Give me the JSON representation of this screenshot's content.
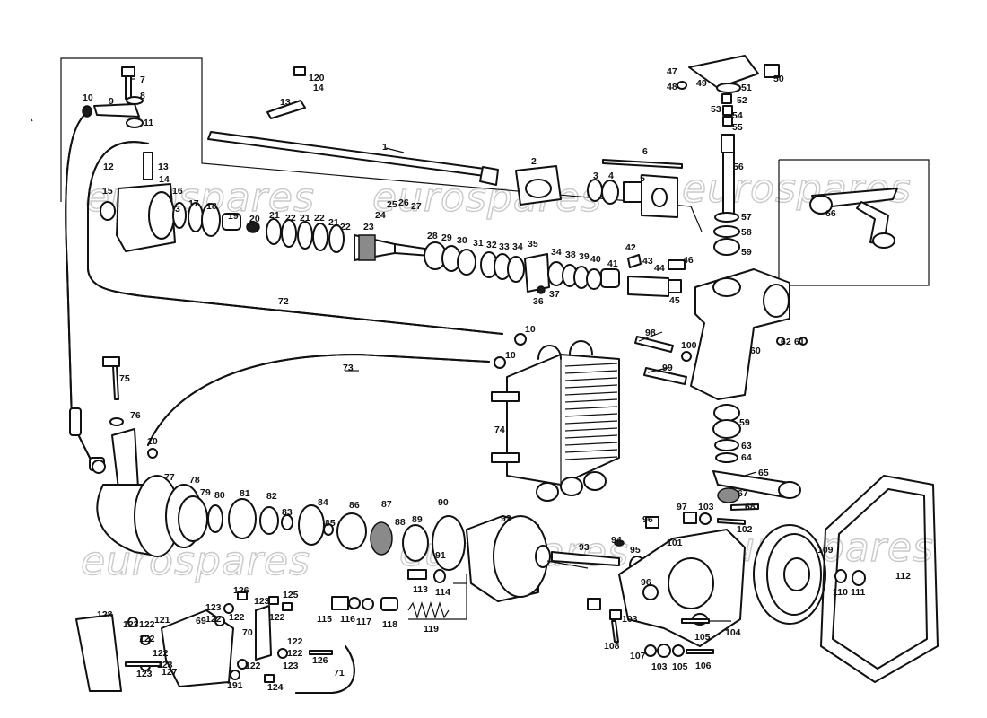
{
  "watermark": "eurospares",
  "labels": [
    "1",
    "2",
    "3",
    "4",
    "5",
    "6",
    "7",
    "8",
    "9",
    "10",
    "11",
    "12",
    "13",
    "14",
    "15",
    "16",
    "17",
    "18",
    "19",
    "20",
    "21",
    "22",
    "23",
    "24",
    "25",
    "26",
    "27",
    "28",
    "29",
    "30",
    "31",
    "32",
    "33",
    "34",
    "35",
    "36",
    "37",
    "38",
    "39",
    "40",
    "41",
    "42",
    "43",
    "44",
    "45",
    "46",
    "47",
    "48",
    "49",
    "50",
    "51",
    "52",
    "53",
    "54",
    "55",
    "56",
    "57",
    "58",
    "59",
    "60",
    "61",
    "62",
    "63",
    "64",
    "65",
    "66",
    "67",
    "68",
    "69",
    "70",
    "71",
    "72",
    "73",
    "74",
    "75",
    "76",
    "77",
    "78",
    "79",
    "80",
    "81",
    "82",
    "83",
    "84",
    "85",
    "86",
    "87",
    "88",
    "89",
    "90",
    "91",
    "92",
    "93",
    "94",
    "95",
    "96",
    "97",
    "98",
    "99",
    "100",
    "101",
    "102",
    "103",
    "104",
    "105",
    "106",
    "107",
    "108",
    "109",
    "110",
    "111",
    "112",
    "113",
    "114",
    "115",
    "116",
    "117",
    "118",
    "119",
    "120",
    "121",
    "122",
    "123",
    "124",
    "125",
    "126",
    "127",
    "128",
    "191"
  ]
}
